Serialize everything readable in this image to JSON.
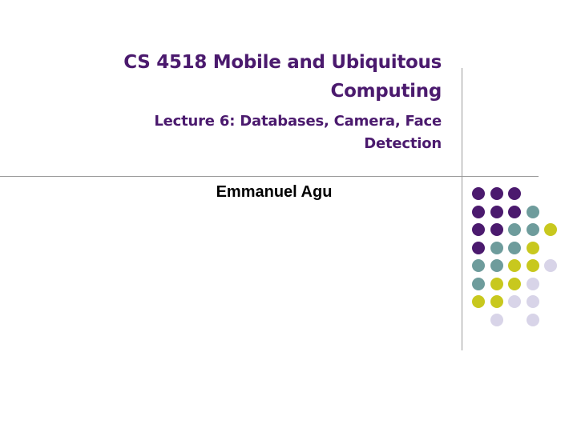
{
  "slide": {
    "title": "CS 4518 Mobile and Ubiquitous Computing",
    "subtitle": "Lecture 6: Databases, Camera, Face Detection",
    "author": "Emmanuel Agu"
  },
  "decoration": {
    "colors": {
      "purple": "#4b1a6e",
      "teal": "#6e9c9c",
      "olive": "#c8c81e",
      "lavender": "#d8d4e8"
    },
    "dot_rows": [
      [
        "purple",
        "purple",
        "purple",
        null,
        null
      ],
      [
        "purple",
        "purple",
        "purple",
        "teal",
        null
      ],
      [
        "purple",
        "purple",
        "teal",
        "teal",
        "olive"
      ],
      [
        "purple",
        "teal",
        "teal",
        "olive",
        null
      ],
      [
        "teal",
        "teal",
        "olive",
        "olive",
        "lavender"
      ],
      [
        "teal",
        "olive",
        "olive",
        "lavender",
        null
      ],
      [
        "olive",
        "olive",
        "lavender",
        "lavender",
        null
      ],
      [
        null,
        "lavender",
        null,
        "lavender",
        null
      ]
    ]
  }
}
